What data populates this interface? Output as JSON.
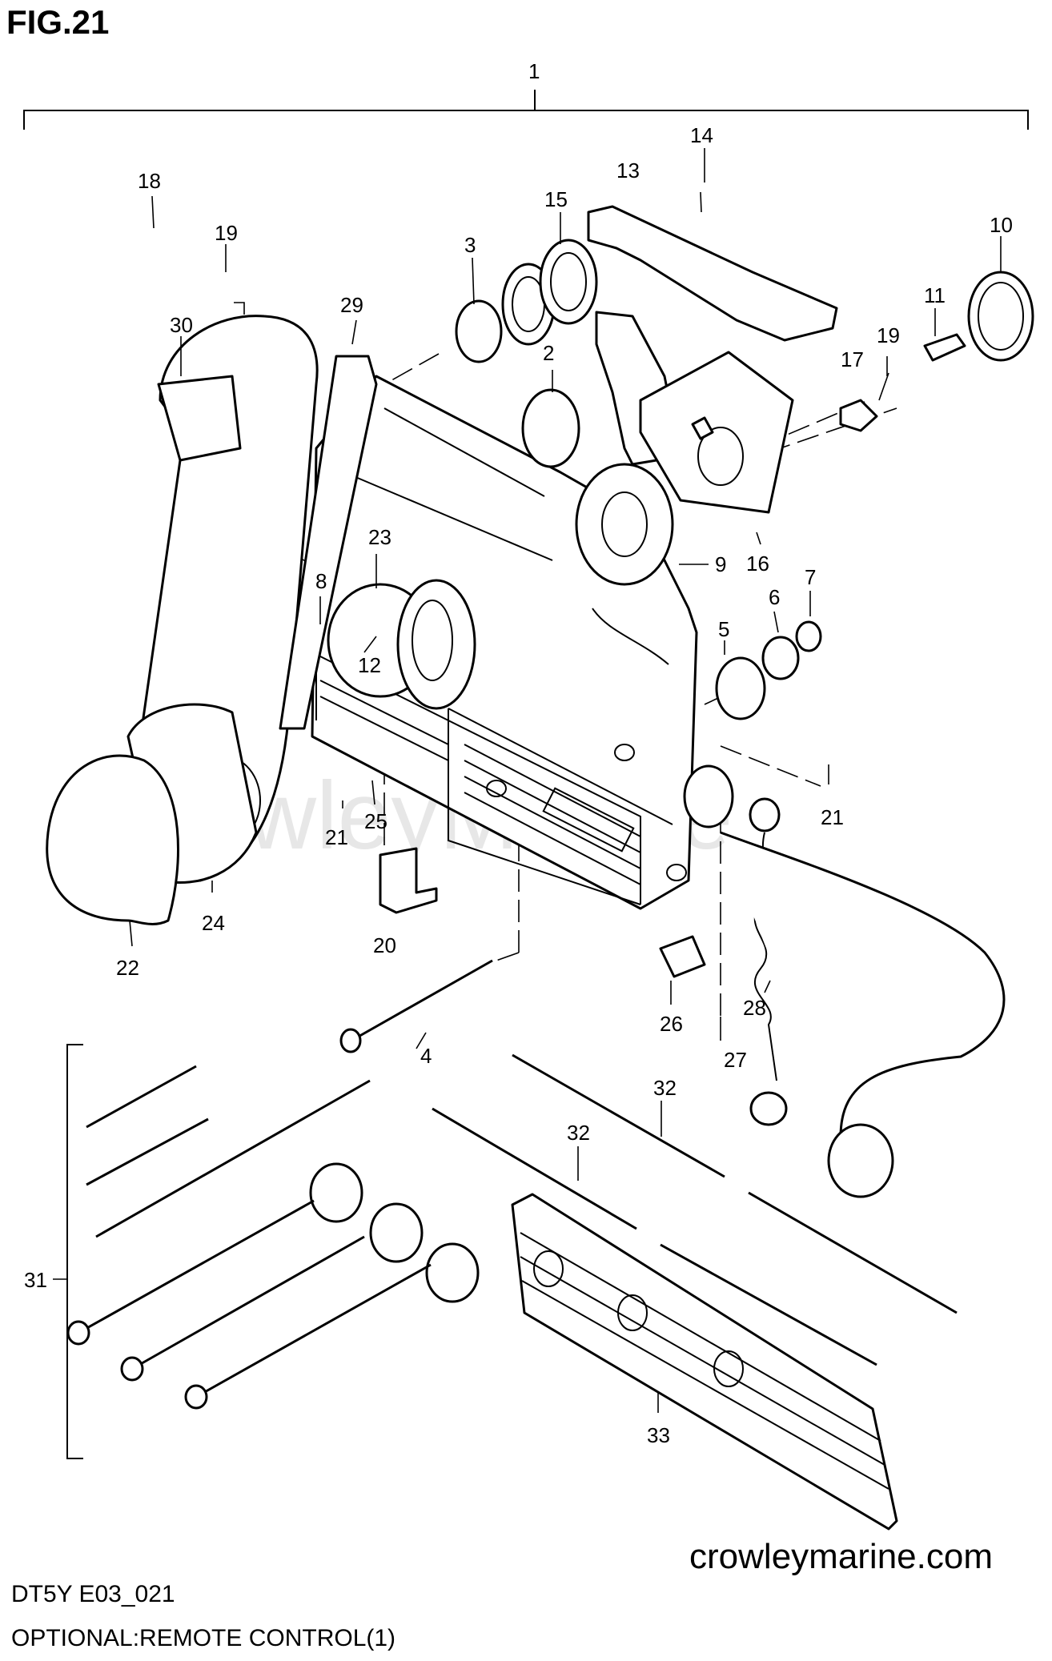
{
  "figure": {
    "title": "FIG.21",
    "model_code": "DT5Y E03_021",
    "caption": "OPTIONAL:REMOTE CONTROL(1)",
    "website": "crowleymarine.com",
    "watermark": "CrowleyMarine"
  },
  "callouts": [
    {
      "id": "c1",
      "label": "1"
    },
    {
      "id": "c2",
      "label": "2"
    },
    {
      "id": "c3",
      "label": "3"
    },
    {
      "id": "c4",
      "label": "4"
    },
    {
      "id": "c5",
      "label": "5"
    },
    {
      "id": "c6",
      "label": "6"
    },
    {
      "id": "c7",
      "label": "7"
    },
    {
      "id": "c8",
      "label": "8"
    },
    {
      "id": "c9",
      "label": "9"
    },
    {
      "id": "c10",
      "label": "10"
    },
    {
      "id": "c11",
      "label": "11"
    },
    {
      "id": "c12",
      "label": "12"
    },
    {
      "id": "c13",
      "label": "13"
    },
    {
      "id": "c14",
      "label": "14"
    },
    {
      "id": "c15",
      "label": "15"
    },
    {
      "id": "c16",
      "label": "16"
    },
    {
      "id": "c17",
      "label": "17"
    },
    {
      "id": "c18",
      "label": "18"
    },
    {
      "id": "c19a",
      "label": "19"
    },
    {
      "id": "c19b",
      "label": "19"
    },
    {
      "id": "c20",
      "label": "20"
    },
    {
      "id": "c21a",
      "label": "21"
    },
    {
      "id": "c21b",
      "label": "21"
    },
    {
      "id": "c22",
      "label": "22"
    },
    {
      "id": "c23",
      "label": "23"
    },
    {
      "id": "c24",
      "label": "24"
    },
    {
      "id": "c25",
      "label": "25"
    },
    {
      "id": "c26",
      "label": "26"
    },
    {
      "id": "c27",
      "label": "27"
    },
    {
      "id": "c28",
      "label": "28"
    },
    {
      "id": "c29",
      "label": "29"
    },
    {
      "id": "c30",
      "label": "30"
    },
    {
      "id": "c31",
      "label": "31"
    },
    {
      "id": "c32a",
      "label": "32"
    },
    {
      "id": "c32b",
      "label": "32"
    },
    {
      "id": "c33",
      "label": "33"
    }
  ]
}
